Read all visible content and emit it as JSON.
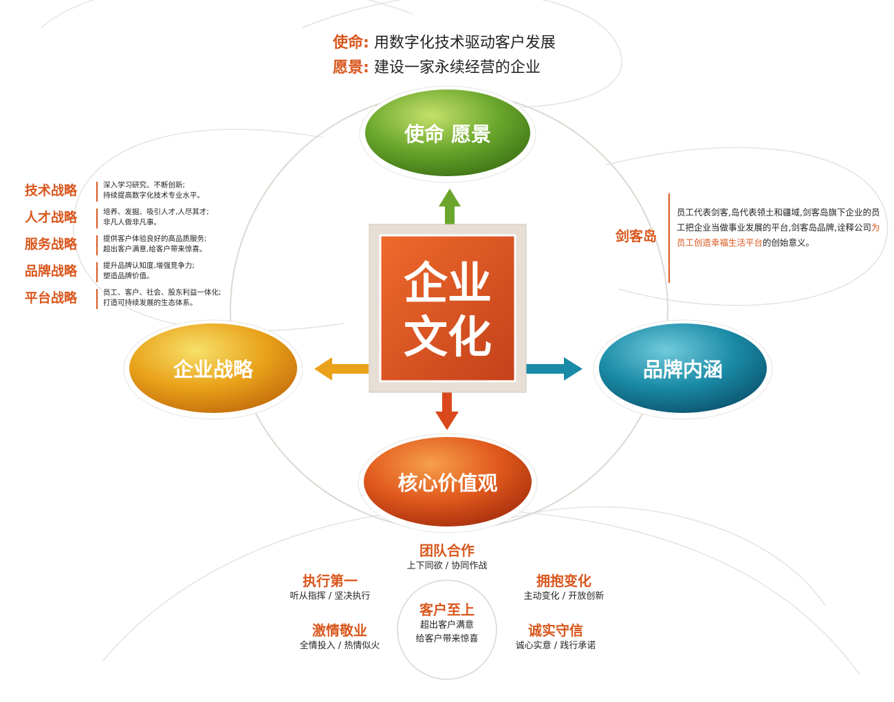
{
  "center": {
    "line1": "企业",
    "line2": "文化"
  },
  "nodes": {
    "top": "使命 愿景",
    "left": "企业战略",
    "right": "品牌内涵",
    "bottom": "核心价值观"
  },
  "mission": {
    "mission_key": "使命:",
    "mission_text": "用数字化技术驱动客户发展",
    "vision_key": "愿景:",
    "vision_text": "建设一家永续经营的企业"
  },
  "strategies": [
    {
      "title": "技术战略",
      "line1": "深入学习研究、不断创新;",
      "line2": "持续提高数字化技术专业水平。"
    },
    {
      "title": "人才战略",
      "line1": "培养、发掘、吸引人才,人尽其才;",
      "line2": "非凡人做非凡事。"
    },
    {
      "title": "服务战略",
      "line1": "提供客户体验良好的高品质服务;",
      "line2": "超出客户满意,给客户带来惊喜。"
    },
    {
      "title": "品牌战略",
      "line1": "提升品牌认知度,增强竞争力;",
      "line2": "塑造品牌价值。"
    },
    {
      "title": "平台战略",
      "line1": "员工、客户、社会、股东利益一体化;",
      "line2": "打造可持续发展的生态体系。"
    }
  ],
  "brand": {
    "title": "剑客岛",
    "text_plain": "员工代表剑客,岛代表领土和疆域,剑客岛旗下企业的员工把企业当做事业发展的平台,剑客岛品牌,诠释公司",
    "text_highlight": "为员工创造幸福生活平台",
    "text_end": "的创始意义。"
  },
  "values": {
    "teamwork": {
      "title": "团队合作",
      "desc": "上下同欲 / 协同作战"
    },
    "execution": {
      "title": "执行第一",
      "desc": "听从指挥 / 坚决执行"
    },
    "change": {
      "title": "拥抱变化",
      "desc": "主动变化 / 开放创新"
    },
    "customer": {
      "title": "客户至上",
      "desc1": "超出客户满意",
      "desc2": "给客户带来惊喜"
    },
    "passion": {
      "title": "激情敬业",
      "desc": "全情投入 / 热情似火"
    },
    "integrity": {
      "title": "诚实守信",
      "desc": "诚心实意 / 践行承诺"
    }
  },
  "colors": {
    "accent": "#d9561c",
    "green": "#6aa62c",
    "yellow": "#e9a21a",
    "teal": "#1a8ba6",
    "red": "#d9471c",
    "frame": "#e7dfd5"
  }
}
